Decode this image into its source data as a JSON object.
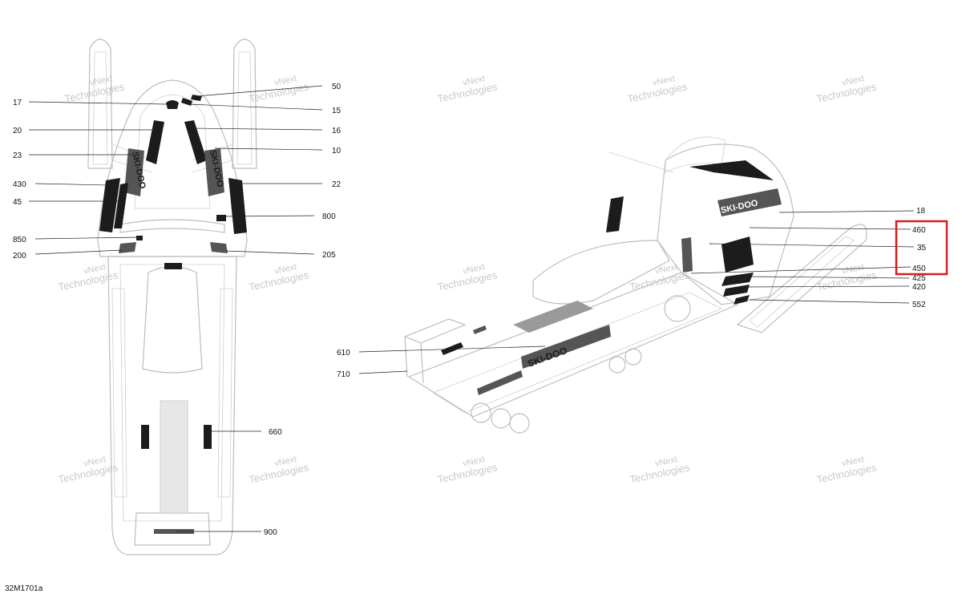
{
  "diagram": {
    "code": "32M1701a",
    "watermark_line1": "vNext",
    "watermark_line2": "Technologies",
    "watermark_small": "vNext Technologies",
    "highlight_color": "#d42020"
  },
  "callouts": {
    "c17": "17",
    "c20": "20",
    "c23": "23",
    "c430": "430",
    "c45": "45",
    "c850": "850",
    "c200": "200",
    "c50": "50",
    "c15": "15",
    "c16": "16",
    "c10": "10",
    "c22": "22",
    "c800": "800",
    "c205": "205",
    "c660": "660",
    "c900": "900",
    "c18": "18",
    "c460": "460",
    "c35": "35",
    "c450": "450",
    "c425": "425",
    "c420": "420",
    "c552": "552",
    "c610": "610",
    "c710": "710"
  },
  "decal_text": {
    "brand": "SKI-DOO"
  }
}
